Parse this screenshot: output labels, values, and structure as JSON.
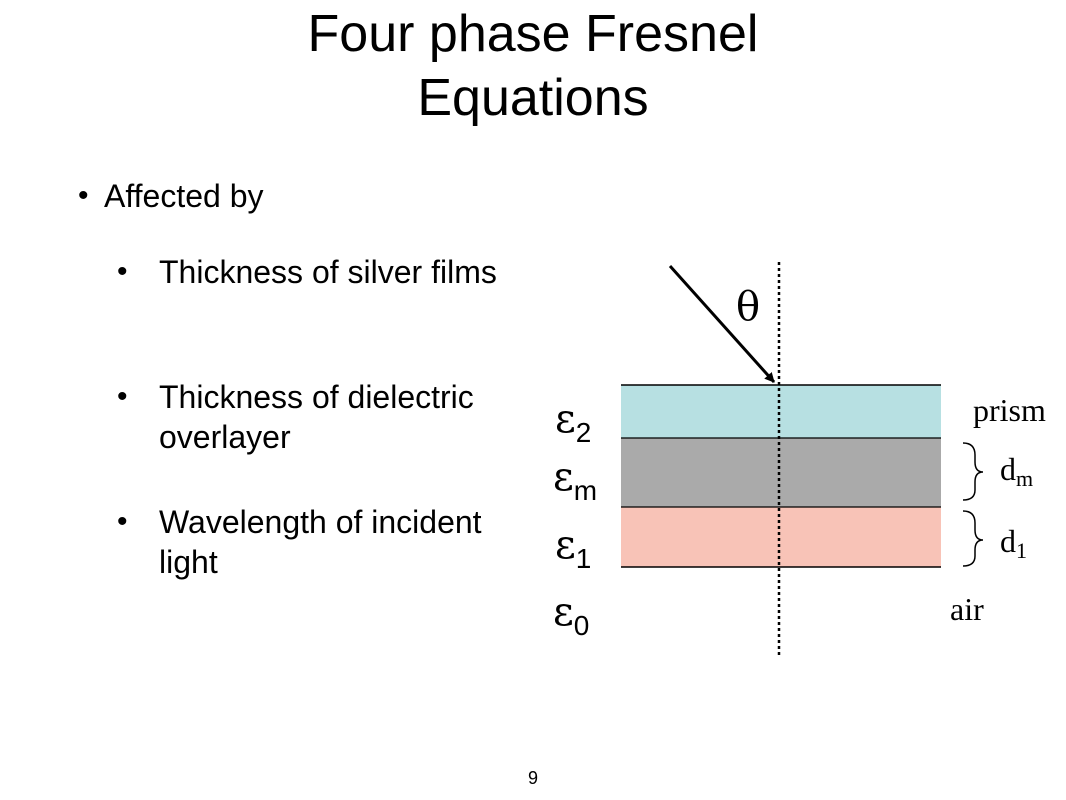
{
  "slide": {
    "title_line1": "Four phase Fresnel",
    "title_line2": "Equations",
    "bullet_main": "Affected by",
    "sub_bullets": [
      "Thickness of silver films",
      "Thickness of dielectric overlayer",
      "Wavelength of incident light"
    ],
    "page_number": "9"
  },
  "diagram": {
    "angle_symbol": "θ",
    "epsilon": "ε",
    "epsilon_labels": [
      {
        "sub": "2"
      },
      {
        "sub": "m"
      },
      {
        "sub": "1"
      },
      {
        "sub": "0"
      }
    ],
    "medium_labels": {
      "prism": "prism",
      "dm_main": "d",
      "dm_sub": "m",
      "d1_main": "d",
      "d1_sub": "1",
      "air": "air"
    },
    "colors": {
      "prism_layer": "#b7e0e2",
      "metal_layer": "#aaaaaa",
      "dielectric_layer": "#f8c3b7"
    }
  }
}
